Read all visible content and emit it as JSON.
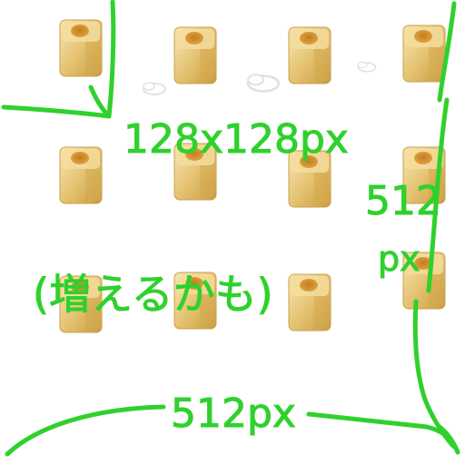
{
  "sprite_sheet": {
    "sprites": [
      {
        "name": "block",
        "frame": 1
      },
      {
        "name": "block",
        "frame": 2
      },
      {
        "name": "block",
        "frame": 3
      },
      {
        "name": "block",
        "frame": 4
      },
      {
        "name": "block",
        "frame": 5
      },
      {
        "name": "block",
        "frame": 6
      },
      {
        "name": "block",
        "frame": 7
      },
      {
        "name": "block",
        "frame": 8
      },
      {
        "name": "block",
        "frame": 9
      },
      {
        "name": "block",
        "frame": 10
      },
      {
        "name": "block",
        "frame": 11
      },
      {
        "name": "block",
        "frame": 12
      }
    ],
    "smoke_puffs": 3
  },
  "annotations": {
    "cell_size_label": "128x128px",
    "height_label_line1": "512",
    "height_label_line2": "px",
    "note_label": "(増えるかも)",
    "width_label": "512px"
  },
  "colors": {
    "ink": "#2fd12c",
    "block_top": "#f3dc9b",
    "block_side": "#dcb45c",
    "block_shadow": "#c79a3c",
    "hole": "#d99532",
    "puff": "#e2e2e2"
  }
}
